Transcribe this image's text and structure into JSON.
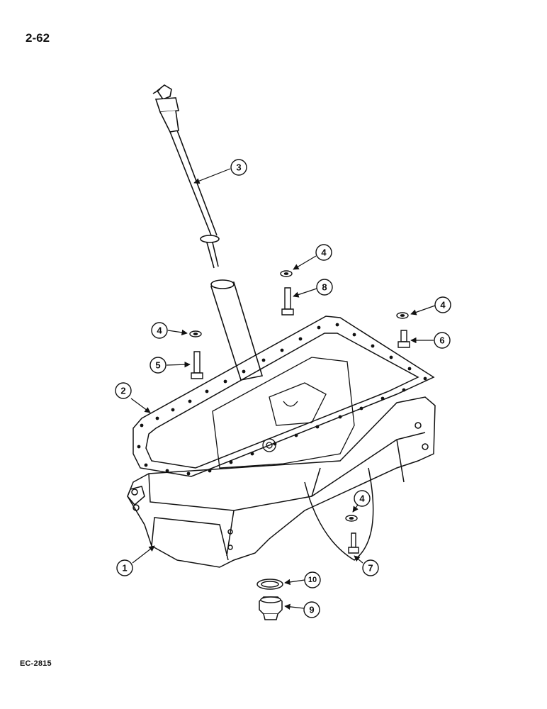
{
  "page": {
    "number": "2-62",
    "figure_code": "EC-2815"
  },
  "callouts": [
    {
      "id": "c3",
      "label": "3"
    },
    {
      "id": "c4a",
      "label": "4"
    },
    {
      "id": "c8",
      "label": "8"
    },
    {
      "id": "c4b",
      "label": "4"
    },
    {
      "id": "c4c",
      "label": "4"
    },
    {
      "id": "c6",
      "label": "6"
    },
    {
      "id": "c5",
      "label": "5"
    },
    {
      "id": "c2",
      "label": "2"
    },
    {
      "id": "c4d",
      "label": "4"
    },
    {
      "id": "c1",
      "label": "1"
    },
    {
      "id": "c7",
      "label": "7"
    },
    {
      "id": "c10",
      "label": "10"
    },
    {
      "id": "c9",
      "label": "9"
    }
  ]
}
